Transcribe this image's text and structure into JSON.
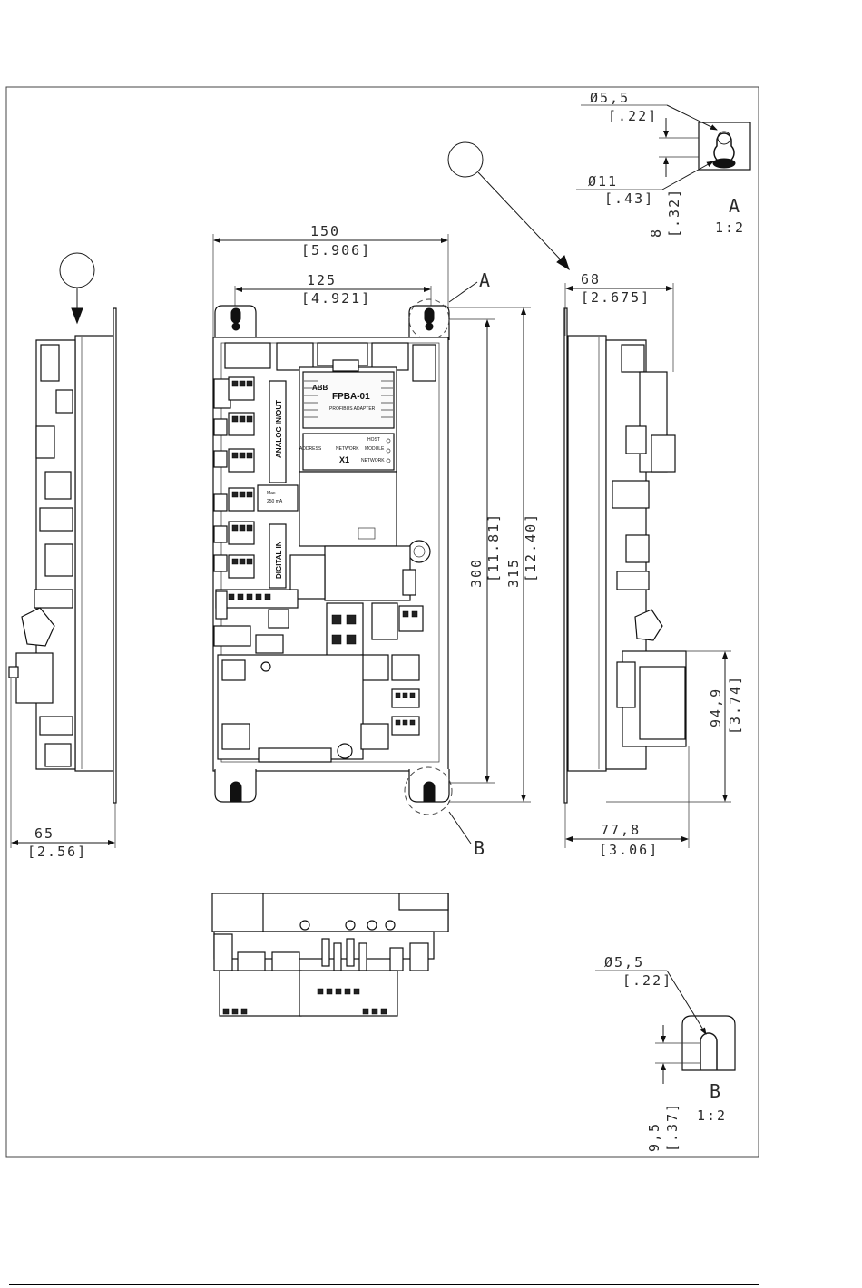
{
  "dims": {
    "width150": "150",
    "width150_in": "[5.906]",
    "width125": "125",
    "width125_in": "[4.921]",
    "height300": "300",
    "height300_in": "[11.81]",
    "height315": "315",
    "height315_in": "[12.40]",
    "depth68": "68",
    "depth68_in": "[2.675]",
    "depth65": "65",
    "depth65_in": "[2.56]",
    "depth778": "77,8",
    "depth778_in": "[3.06]",
    "height949": "94,9",
    "height949_in": "[3.74]"
  },
  "detail_a": {
    "label": "A",
    "scale": "1:2",
    "hole_dia": "Ø5,5",
    "hole_dia_in": "[.22]",
    "head_dia": "Ø11",
    "head_dia_in": "[.43]",
    "offset": "8",
    "offset_in": "[.32]",
    "callout": "A"
  },
  "detail_b": {
    "label": "B",
    "scale": "1:2",
    "hole_dia": "Ø5,5",
    "hole_dia_in": "[.22]",
    "offset": "9,5",
    "offset_in": "[.37]",
    "callout": "B"
  },
  "board": {
    "brand": "ABB",
    "module_name": "FPBA-01",
    "module_sub": "PROFIBUS ADAPTER",
    "host": "HOST",
    "module": "MODULE",
    "network": "NETWORK",
    "connector": "X1",
    "network_label": "NETWORK",
    "address": "ADDRESS",
    "analog_label": "ANALOG IN/OUT",
    "digital_label": "DIGITAL IN",
    "current": "250 mA",
    "current_label": "Max"
  }
}
